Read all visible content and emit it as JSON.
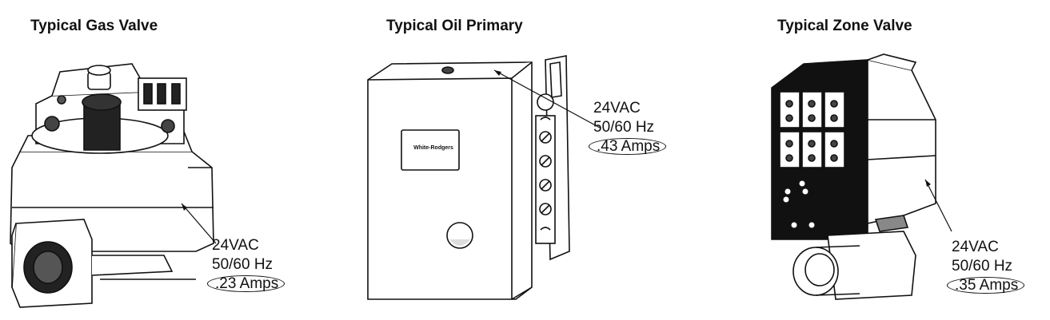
{
  "panels": [
    {
      "title": "Typical Gas Valve",
      "voltage": "24VAC",
      "frequency": "50/60 Hz",
      "current": ".23 Amps"
    },
    {
      "title": "Typical Oil Primary",
      "voltage": "24VAC",
      "frequency": "50/60 Hz",
      "current": ".43 Amps",
      "brand_label": "White-Rodgers"
    },
    {
      "title": "Typical Zone Valve",
      "voltage": "24VAC",
      "frequency": "50/60 Hz",
      "current": ".35 Amps"
    }
  ]
}
